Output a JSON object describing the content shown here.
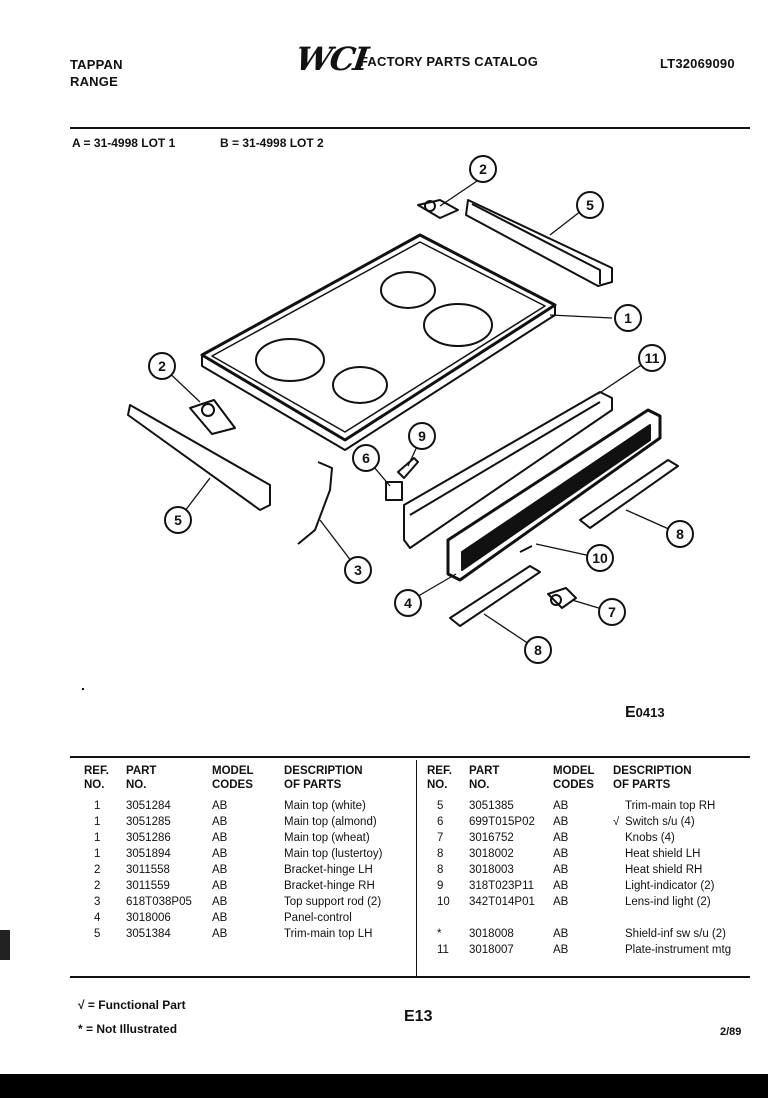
{
  "header": {
    "brand_line1": "TAPPAN",
    "brand_line2": "RANGE",
    "logo_text": "WCI",
    "catalog_title": "FACTORY PARTS CATALOG",
    "model_number": "LT32069090"
  },
  "lots": {
    "a": "A = 31-4998 LOT 1",
    "b": "B = 31-4998 LOT 2"
  },
  "diagram": {
    "callouts": [
      "1",
      "2",
      "2",
      "3",
      "4",
      "5",
      "5",
      "6",
      "7",
      "8",
      "8",
      "9",
      "10",
      "11"
    ],
    "illustration_code": "0413",
    "illustration_prefix": "E"
  },
  "table": {
    "headers": [
      "REF. NO.",
      "PART NO.",
      "MODEL CODES",
      "DESCRIPTION OF PARTS"
    ],
    "left_rows": [
      {
        "ref": "1",
        "part": "3051284",
        "code": "AB",
        "mark": "",
        "desc": "Main top (white)"
      },
      {
        "ref": "1",
        "part": "3051285",
        "code": "AB",
        "mark": "",
        "desc": "Main top (almond)"
      },
      {
        "ref": "1",
        "part": "3051286",
        "code": "AB",
        "mark": "",
        "desc": "Main top (wheat)"
      },
      {
        "ref": "1",
        "part": "3051894",
        "code": "AB",
        "mark": "",
        "desc": "Main top (lustertoy)"
      },
      {
        "ref": "2",
        "part": "3011558",
        "code": "AB",
        "mark": "",
        "desc": "Bracket-hinge LH"
      },
      {
        "ref": "2",
        "part": "3011559",
        "code": "AB",
        "mark": "",
        "desc": "Bracket-hinge RH"
      },
      {
        "ref": "3",
        "part": "618T038P05",
        "code": "AB",
        "mark": "",
        "desc": "Top support rod (2)"
      },
      {
        "ref": "4",
        "part": "3018006",
        "code": "AB",
        "mark": "",
        "desc": "Panel-control"
      },
      {
        "ref": "5",
        "part": "3051384",
        "code": "AB",
        "mark": "",
        "desc": "Trim-main top LH"
      }
    ],
    "right_rows": [
      {
        "ref": "5",
        "part": "3051385",
        "code": "AB",
        "mark": "",
        "desc": "Trim-main top RH"
      },
      {
        "ref": "6",
        "part": "699T015P02",
        "code": "AB",
        "mark": "√",
        "desc": "Switch s/u (4)"
      },
      {
        "ref": "7",
        "part": "3016752",
        "code": "AB",
        "mark": "",
        "desc": "Knobs (4)"
      },
      {
        "ref": "8",
        "part": "3018002",
        "code": "AB",
        "mark": "",
        "desc": "Heat shield LH"
      },
      {
        "ref": "8",
        "part": "3018003",
        "code": "AB",
        "mark": "",
        "desc": "Heat shield RH"
      },
      {
        "ref": "9",
        "part": "318T023P11",
        "code": "AB",
        "mark": "",
        "desc": "Light-indicator (2)"
      },
      {
        "ref": "10",
        "part": "342T014P01",
        "code": "AB",
        "mark": "",
        "desc": "Lens-ind light (2)"
      },
      {
        "ref": "",
        "part": "",
        "code": "",
        "mark": "",
        "desc": ""
      },
      {
        "ref": "*",
        "part": "3018008",
        "code": "AB",
        "mark": "",
        "desc": "Shield-inf sw s/u (2)"
      },
      {
        "ref": "11",
        "part": "3018007",
        "code": "AB",
        "mark": "",
        "desc": "Plate-instrument mtg"
      }
    ]
  },
  "footer": {
    "functional_note": "√ = Functional Part",
    "not_illustrated_note": "* = Not Illustrated",
    "page_number": "E13",
    "date": "2/89"
  }
}
